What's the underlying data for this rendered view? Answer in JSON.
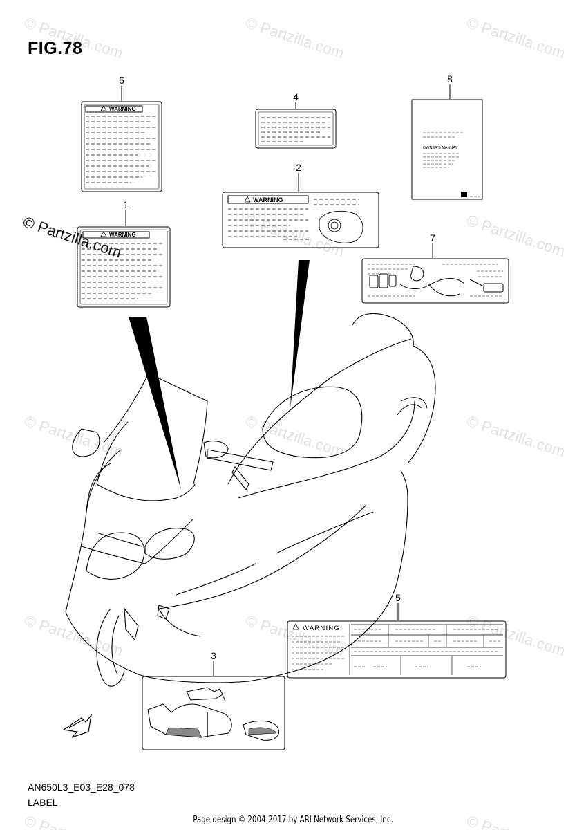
{
  "figure": {
    "title": "FIG.78",
    "code": "AN650L3_E03_E28_078",
    "name": "LABEL"
  },
  "callouts": [
    "1",
    "2",
    "3",
    "4",
    "5",
    "6",
    "7",
    "8"
  ],
  "labels": {
    "warning": "WARNING",
    "owners_manual": "OWNER'S MANUAL"
  },
  "watermark": {
    "text": "© Partzilla.com"
  },
  "footer": {
    "copyright": "Page design © 2004-2017 by ARI Network Services, Inc."
  }
}
